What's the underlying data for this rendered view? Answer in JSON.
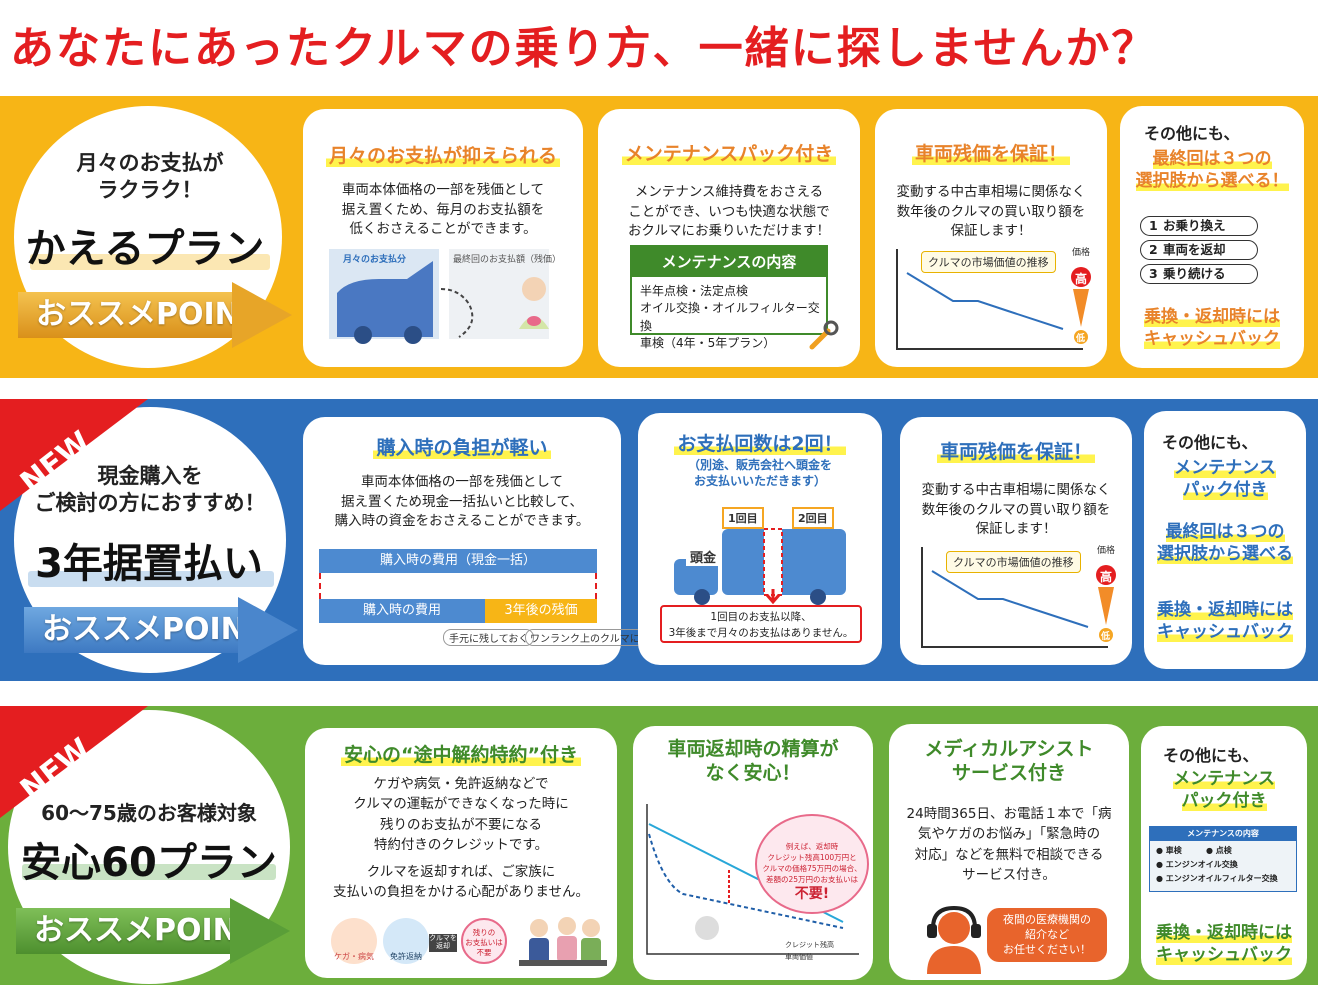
{
  "title": "あなたにあったクルマの乗り方、一緒に探しませんか？",
  "recommend_label": "おススメPOINT",
  "new_badge": "NEW",
  "plan1": {
    "subtitle": "月々のお支払が\nラクラク！",
    "name": "かえるプラン",
    "cards": [
      {
        "title": "月々のお支払が抑えられる",
        "body": "車両本体価格の一部を残価として\n据え置くため、毎月のお支払額を\n低くおさえることができます。",
        "label_monthly": "月々のお支払分",
        "label_final": "最終回のお支払額（残価）"
      },
      {
        "title": "メンテナンスパック付き",
        "body": "メンテナンス維持費をおさえる\nことができ、いつも快適な状態で\nおクルマにお乗りいただけます！",
        "box_title": "メンテナンスの内容",
        "box_items": "半年点検・法定点検\nオイル交換・オイルフィルター交換\n車検（4年・5年プラン）"
      },
      {
        "title": "車両残価を保証！",
        "body": "変動する中古車相場に関係なく\n数年後のクルマの買い取り額を\n保証します！",
        "graph_label": "クルマの市場価値の推移",
        "price_label": "価格",
        "high": "高",
        "low": "低"
      }
    ],
    "other": {
      "head": "その他にも、",
      "lead": "最終回は３つの\n選択肢から選べる！",
      "options": [
        {
          "num": "1",
          "text": "お乗り換え"
        },
        {
          "num": "2",
          "text": "車両を返却"
        },
        {
          "num": "3",
          "text": "乗り続ける"
        }
      ],
      "foot": "乗換・返却時には\nキャッシュバック"
    }
  },
  "plan2": {
    "subtitle": "現金購入を\nご検討の方におすすめ！",
    "name": "3年据置払い",
    "cards": [
      {
        "title": "購入時の負担が軽い",
        "body": "車両本体価格の一部を残価として\n据え置くため現金一括払いと比較して、\n購入時の資金をおさえることができます。",
        "bar_full": "購入時の費用（現金一括）",
        "bar_part": "購入時の費用",
        "bar_residual": "3年後の残価",
        "tag1": "手元に残しておく",
        "tag2": "ワンランク上のクルマに"
      },
      {
        "title": "お支払回数は2回！",
        "note": "（別途、販売会社へ頭金を\nお支払いいただきます）",
        "first": "1回目",
        "second": "2回目",
        "down": "頭金",
        "footer": "1回目のお支払以降、\n3年後まで月々のお支払はありません。"
      },
      {
        "title": "車両残価を保証！",
        "body": "変動する中古車相場に関係なく\n数年後のクルマの買い取り額を\n保証します！",
        "graph_label": "クルマの市場価値の推移",
        "price_label": "価格",
        "high": "高",
        "low": "低"
      }
    ],
    "other": {
      "head": "その他にも、",
      "item1": "メンテナンス\nパック付き",
      "item2": "最終回は３つの\n選択肢から選べる",
      "item3": "乗換・返却時には\nキャッシュバック"
    }
  },
  "plan3": {
    "subtitle": "60〜75歳のお客様対象",
    "name": "安心60プラン",
    "cards": [
      {
        "title": "安心の“途中解約特約”付き",
        "body": "ケガや病気・免許返納などで\nクルマの運転ができなくなった時に\n残りのお支払が不要になる\n特約付きのクレジットです。",
        "body2": "クルマを返却すれば、ご家族に\n支払いの負担をかける心配がありません。",
        "icon1": "ケガ・病気",
        "icon2": "免許返納",
        "icon3": "クルマを\n返却",
        "icon4": "残りの\nお支払いは\n不要"
      },
      {
        "title": "車両返却時の精算が\nなく安心！",
        "bubble": "例えば、返却時\nクレジット残高100万円と\nクルマの価格75万円の場合、\n差額の25万円のお支払いは",
        "bubble_strong": "不要!",
        "legend1": "クレジット残高",
        "legend2": "車両価値"
      },
      {
        "title": "メディカルアシスト\nサービス付き",
        "body": "24時間365日、お電話１本で「病\n気やケガのお悩み」「緊急時の\n対応」などを無料で相談できる\nサービス付き。",
        "bubble": "夜間の医療機関の\n紹介など\nお任せください！"
      }
    ],
    "other": {
      "head": "その他にも、",
      "item1": "メンテナンス\nパック付き",
      "box_title": "メンテナンスの内容",
      "box_items": [
        "車検",
        "点検",
        "エンジンオイル交換",
        "エンジンオイルフィルター交換"
      ],
      "foot": "乗換・返却時には\nキャッシュバック"
    }
  },
  "colors": {
    "title_red": "#e41e20",
    "band_orange": "#f7b516",
    "band_blue": "#2e6fbb",
    "band_green": "#6cae3c"
  }
}
